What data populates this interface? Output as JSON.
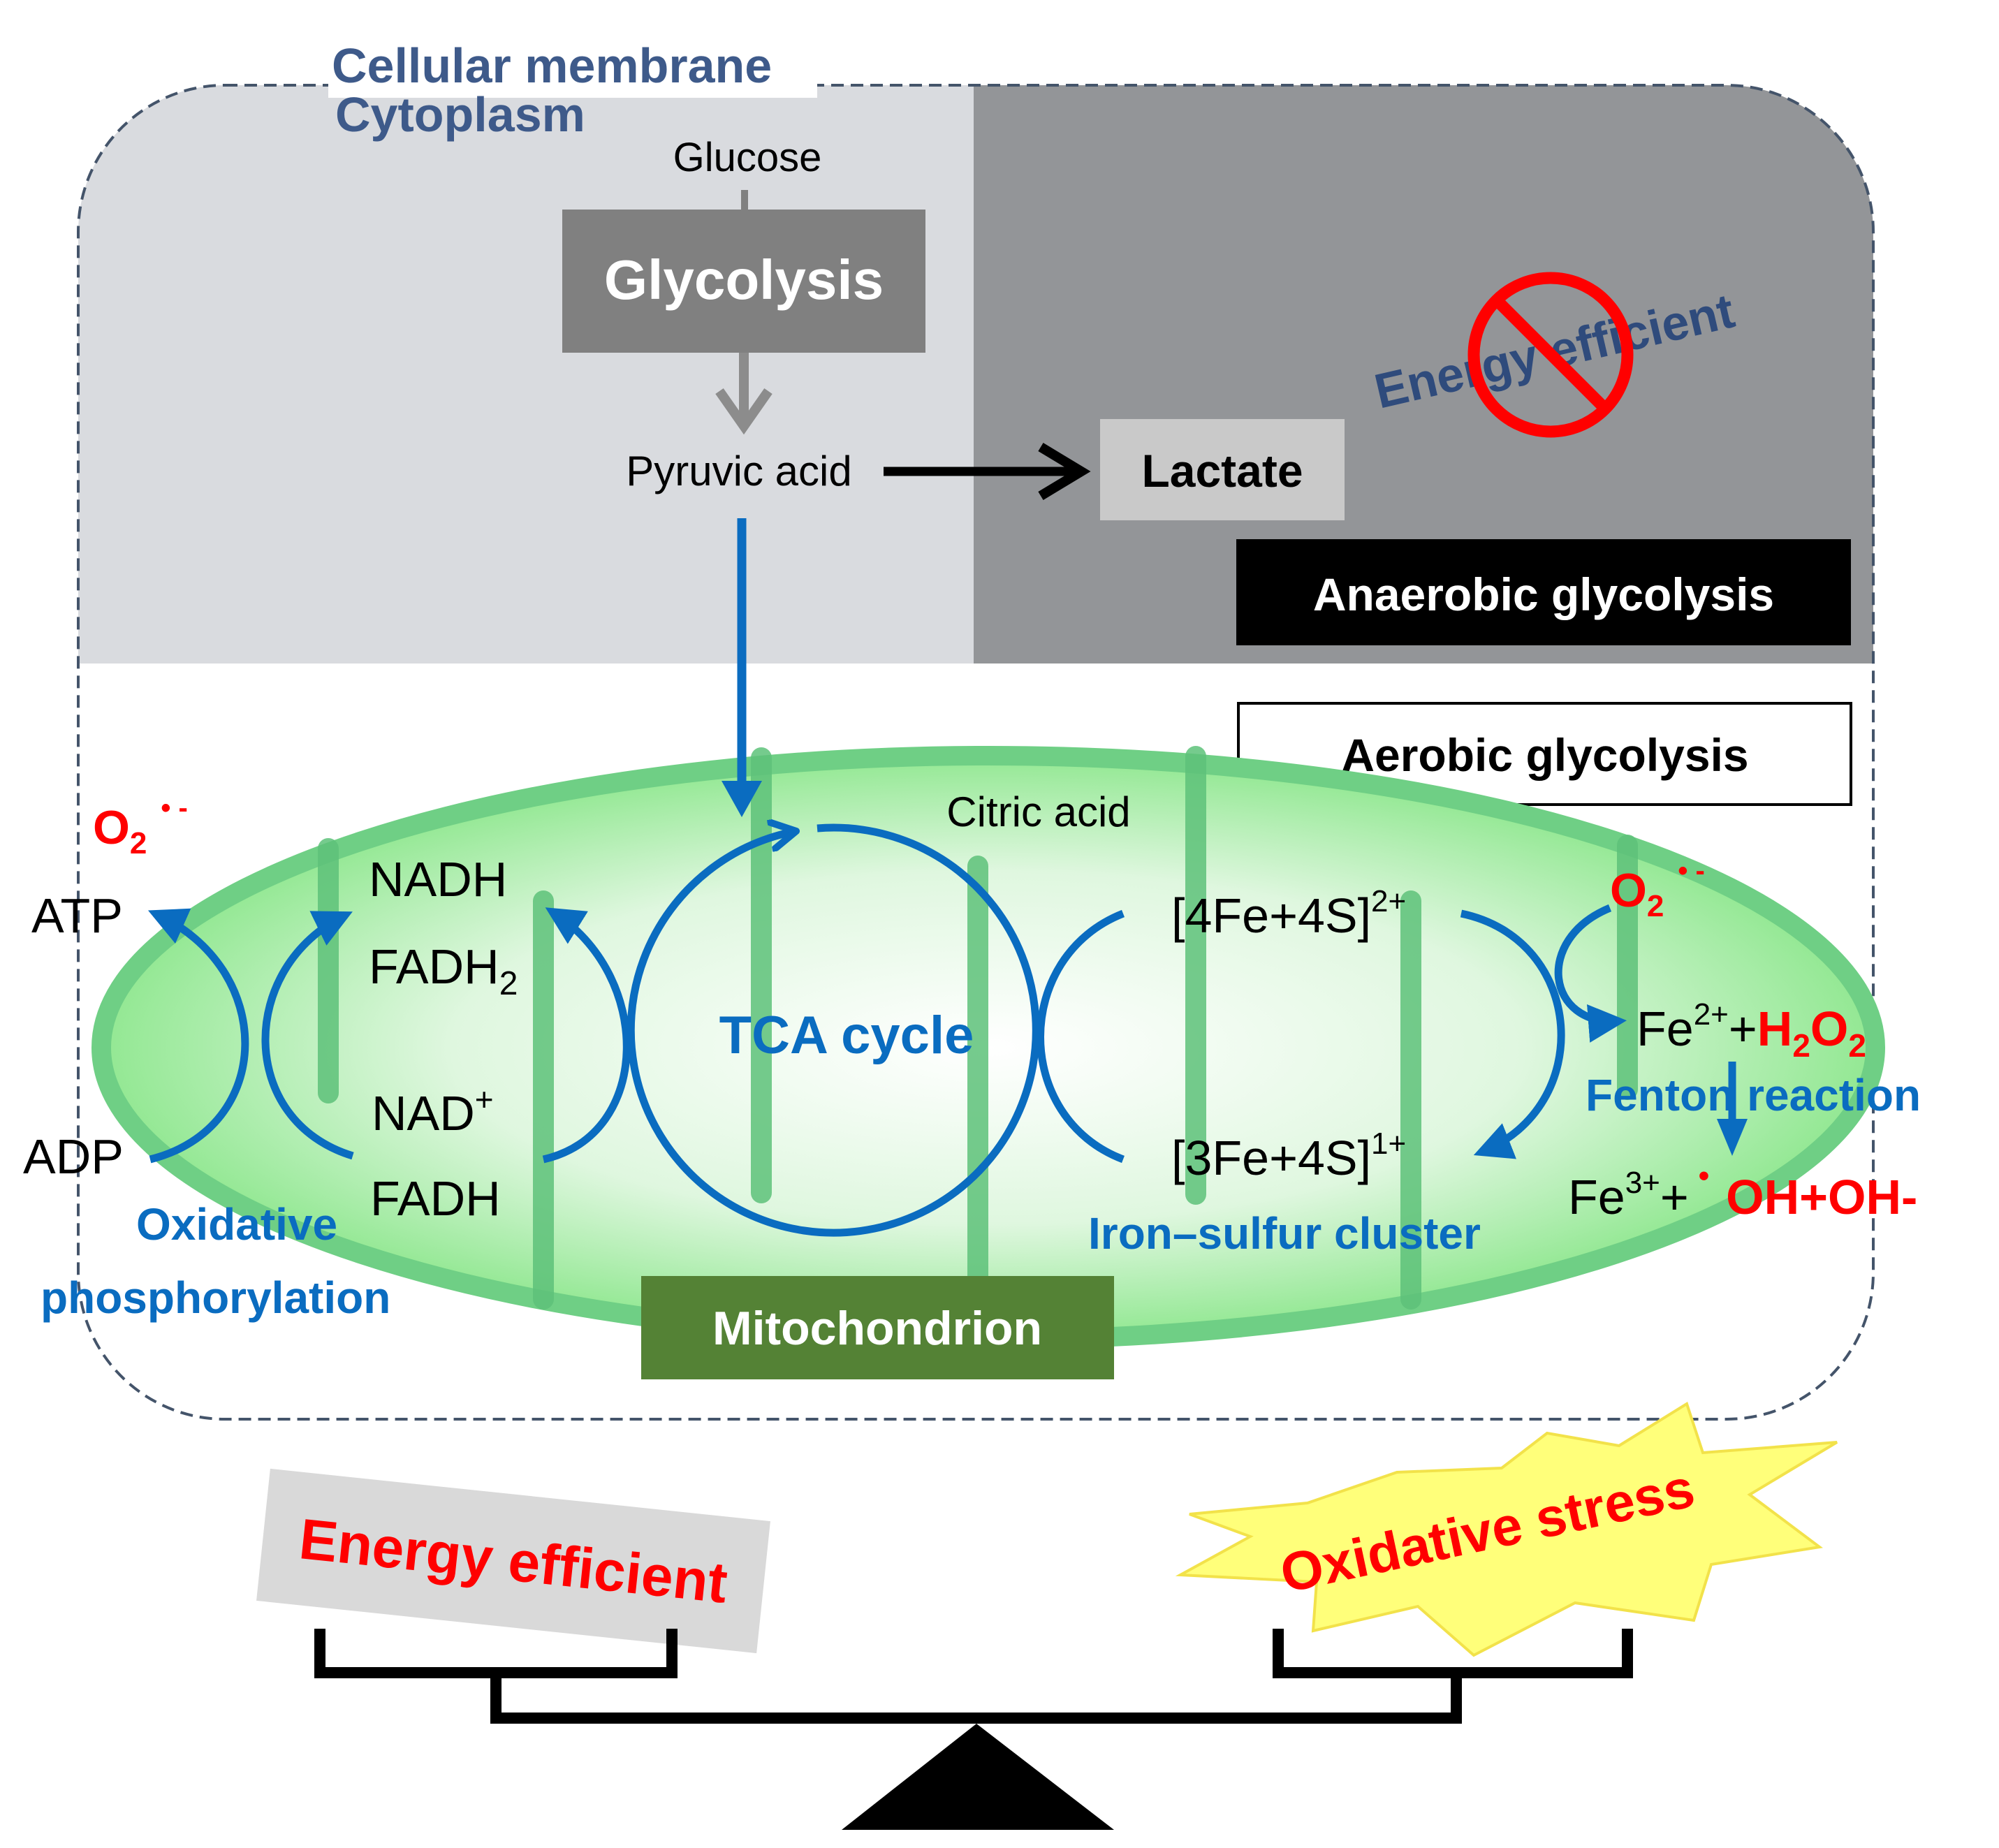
{
  "labels": {
    "cellular_membrane": "Cellular membrane",
    "cytoplasm": "Cytoplasm",
    "glucose": "Glucose",
    "glycolysis": "Glycolysis",
    "pyruvic_acid": "Pyruvic acid",
    "lactate": "Lactate",
    "energy_efficient_crossed": "Energy efficient",
    "anaerobic_glycolysis": "Anaerobic glycolysis",
    "aerobic_glycolysis": "Aerobic glycolysis",
    "citric_acid": "Citric acid",
    "tca_cycle": "TCA cycle",
    "mitochondrion": "Mitochondrion",
    "oxidative_phosphorylation_1": "Oxidative",
    "oxidative_phosphorylation_2": "phosphorylation",
    "iron_sulfur_cluster": "Iron–sulfur cluster",
    "fenton_reaction": "Fenton reaction",
    "energy_efficient": "Energy efficient",
    "oxidative_stress": "Oxidative stress"
  },
  "chemistry": {
    "atp": "ATP",
    "adp": "ADP",
    "nadh": "NADH",
    "fadh2_base": "FADH",
    "fadh2_sub": "2",
    "nad_base": "NAD",
    "nad_sup": "+",
    "fadh": "FADH",
    "superoxide_left_base": "O",
    "superoxide_left_sub": "2",
    "superoxide_left_sup": "•  -",
    "superoxide_right_base": "O",
    "superoxide_right_sub": "2",
    "superoxide_right_sup": "•  -",
    "cluster_4fe": "[4Fe+4S]",
    "cluster_4fe_sup": "2+",
    "cluster_3fe": "[3Fe+4S]",
    "cluster_3fe_sup": "1+",
    "fe2_base": "Fe",
    "fe2_sup": "2+",
    "fe2_plus": "+",
    "h2o2_h": "H",
    "h2o2_sub1": "2",
    "h2o2_o": "O",
    "h2o2_sub2": "2",
    "fe3_base": "Fe",
    "fe3_sup": "3+",
    "fe3_plus": "+",
    "radical_dot": "•",
    "hydroxyl": "OH+OH-"
  },
  "colors": {
    "membrane_label": "#3e5a8a",
    "cytoplasm_light": "#d9dbdf",
    "cytoplasm_dark": "#939598",
    "glycolysis_box": "#808080",
    "lactate_box": "#c9c9c9",
    "blue_arrow": "#0a6cc0",
    "red": "#ff0000",
    "mito_green": "#7ed68a",
    "mito_box": "#548235",
    "burst_yellow": "#ffff7a"
  }
}
